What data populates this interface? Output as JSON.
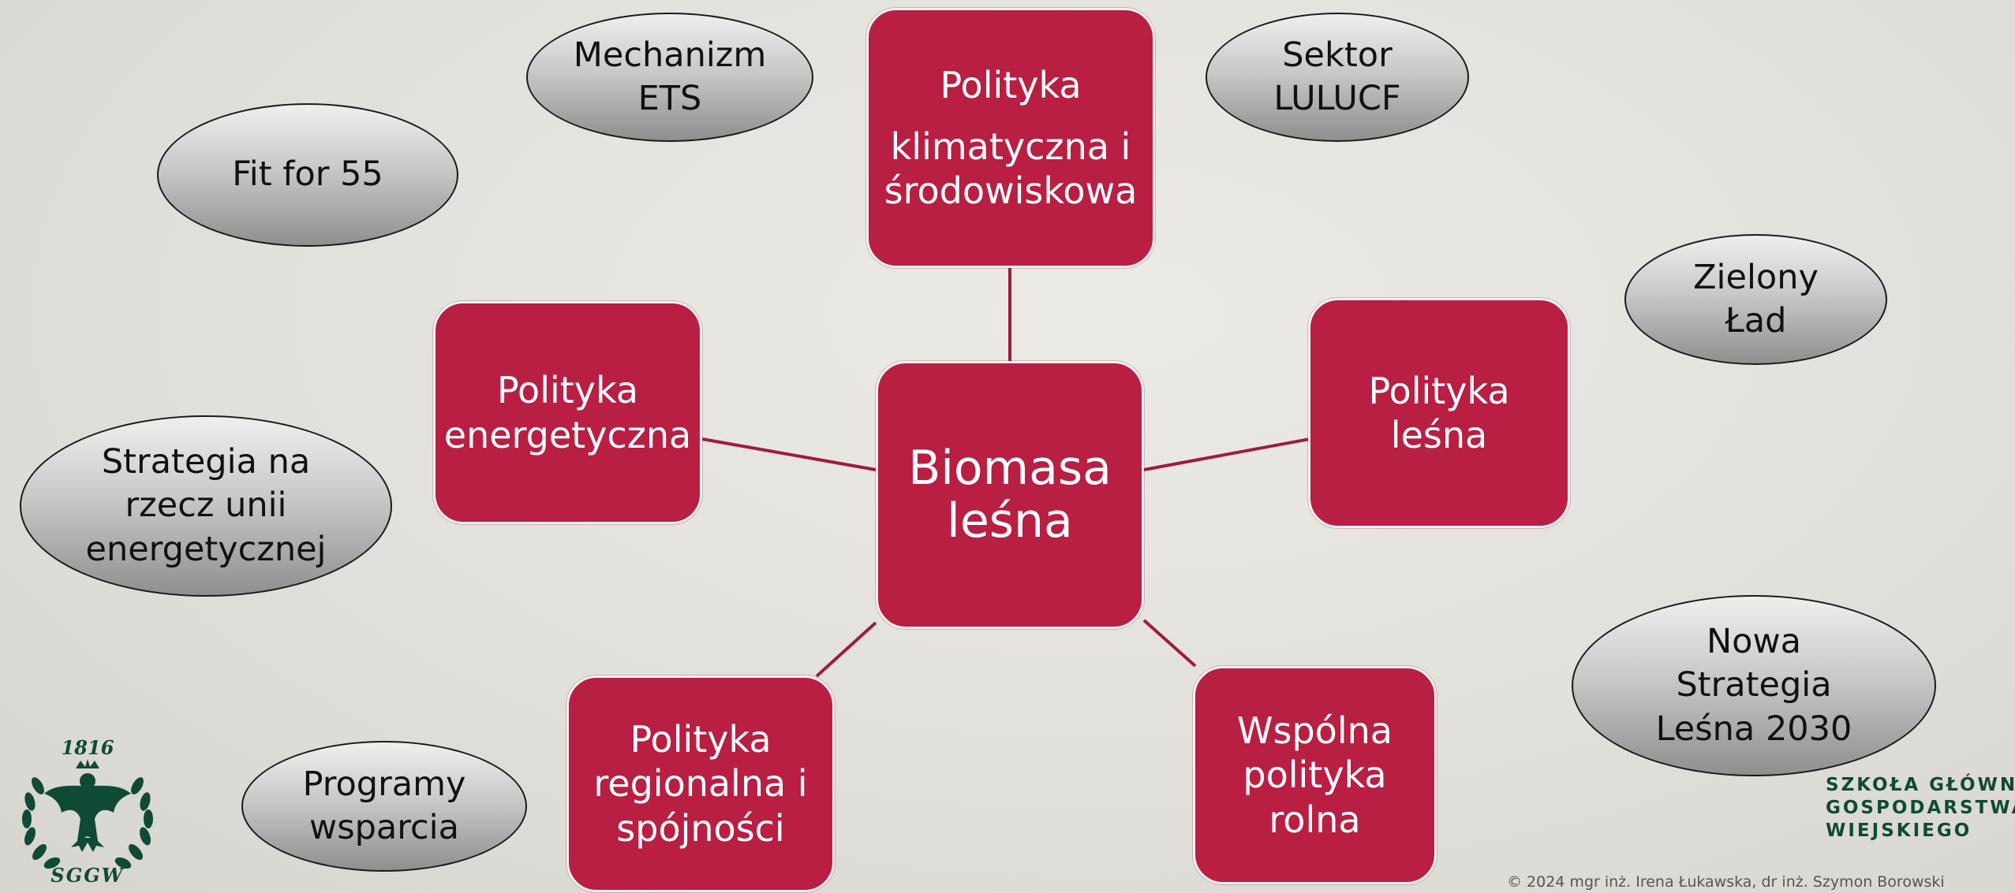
{
  "colors": {
    "box_fill": "#b81f42",
    "box_text": "#ffffff",
    "oval_fill": "#b5b5b5",
    "connector": "#a01c3a",
    "brand_green": "#0f4a34"
  },
  "center": {
    "lines": [
      "Biomasa",
      "leśna"
    ]
  },
  "policies": {
    "climate": {
      "line1": "Polityka",
      "line2": "klimatyczna i",
      "line3": "środowiskowa"
    },
    "energy": {
      "line1": "Polityka",
      "line2": "energetyczna"
    },
    "forest": {
      "line1": "Polityka",
      "line2": "leśna"
    },
    "regional": {
      "line1": "Polityka",
      "line2": "regionalna i",
      "line3": "spójności"
    },
    "agri": {
      "line1": "Wspólna",
      "line2": "polityka",
      "line3": "rolna"
    }
  },
  "ovals": {
    "ets": {
      "line1": "Mechanizm",
      "line2": "ETS"
    },
    "lulucf": {
      "line1": "Sektor",
      "line2": "LULUCF"
    },
    "fit55": {
      "line1": "Fit for 55"
    },
    "green_deal": {
      "line1": "Zielony",
      "line2": "Ład"
    },
    "energy_union": {
      "line1": "Strategia na",
      "line2": "rzecz unii",
      "line3": "energetycznej"
    },
    "forest_strategy": {
      "line1": "Nowa",
      "line2": "Strategia",
      "line3": "Leśna 2030"
    },
    "support": {
      "line1": "Programy",
      "line2": "wsparcia"
    }
  },
  "logo": {
    "year": "1816",
    "abbr": "SGGW",
    "icon": "eagle-crest-icon"
  },
  "university": {
    "line1": "SZKOŁA GŁÓWNA",
    "line2": "GOSPODARSTWA",
    "line3": "WIEJSKIEGO"
  },
  "copyright": "©  2024 mgr inż. Irena Łukawska, dr inż. Szymon Borowski"
}
